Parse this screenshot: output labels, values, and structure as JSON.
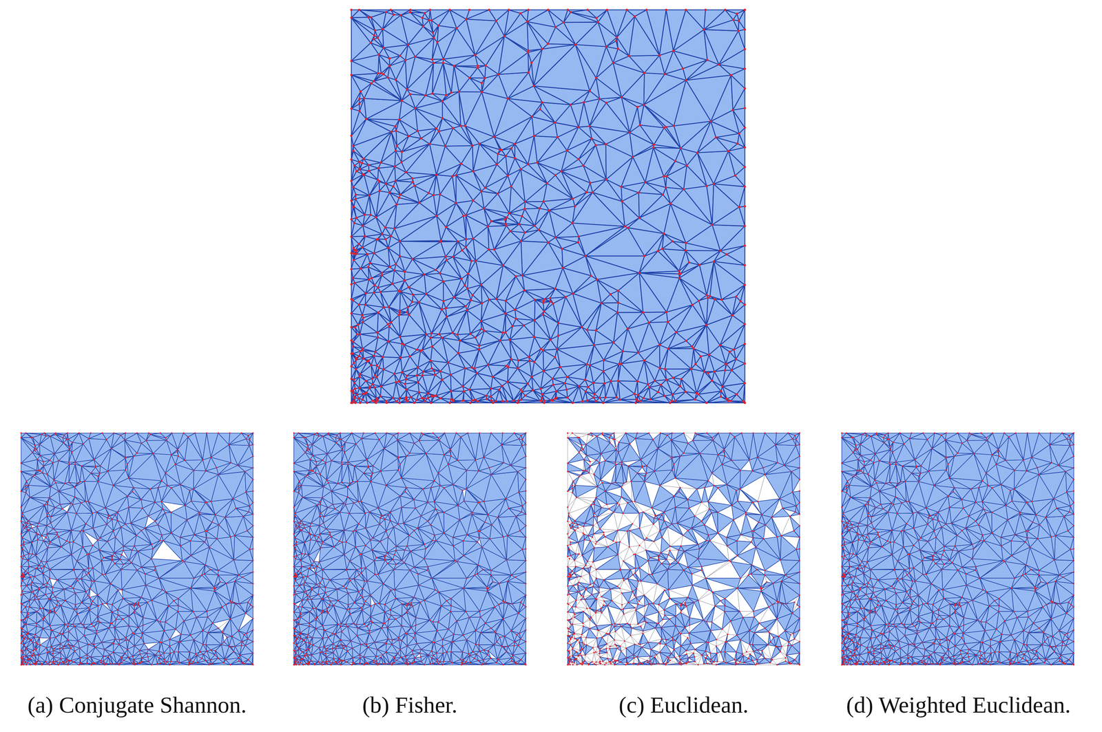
{
  "diagram": {
    "labels": [
      "(a) Conjugate Shannon.",
      "(b) Fisher.",
      "(c) Euclidean.",
      "(d) Weighted Euclidean."
    ]
  }
}
